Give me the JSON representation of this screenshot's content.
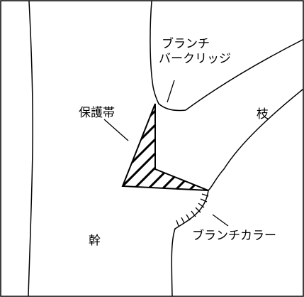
{
  "labels": {
    "branch_bark_ridge_line1": "ブランチ",
    "branch_bark_ridge_line2": "バークリッジ",
    "protection_zone": "保護帯",
    "branch": "枝",
    "trunk": "幹",
    "branch_collar": "ブランチカラー"
  }
}
